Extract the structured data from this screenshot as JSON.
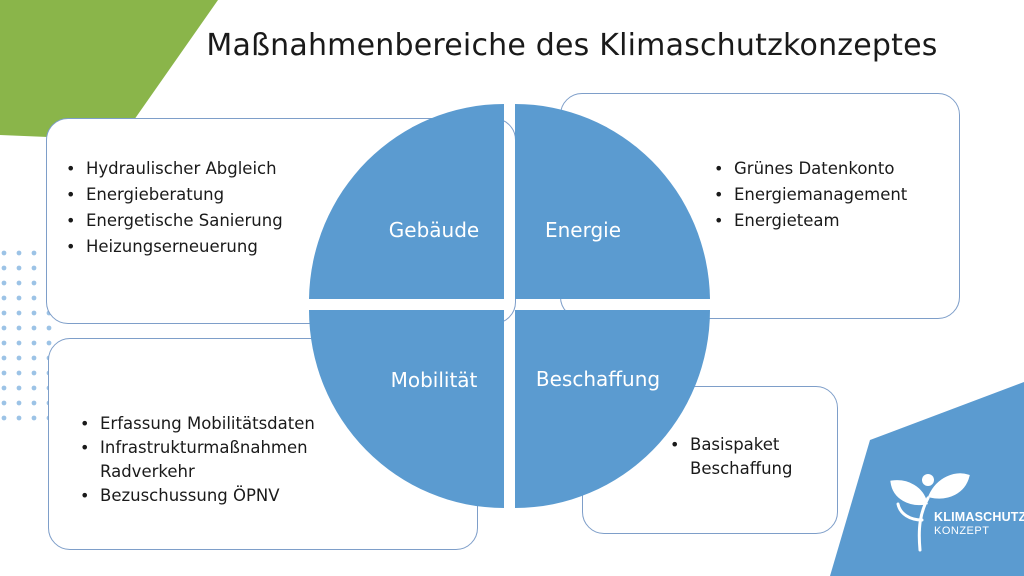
{
  "title": "Maßnahmenbereiche des Klimaschutzkonzeptes",
  "colors": {
    "accent_blue": "#5b9bd0",
    "accent_green": "#8ab54a",
    "box_border": "#7e9ec9",
    "dot_blue": "#9cc3e6"
  },
  "quadrants": {
    "gebaeude": {
      "label": "Gebäude",
      "items": [
        "Hydraulischer Abgleich",
        "Energieberatung",
        "Energetische Sanierung",
        "Heizungserneuerung"
      ]
    },
    "energie": {
      "label": "Energie",
      "items": [
        "Grünes Datenkonto",
        "Energiemanagement",
        "Energieteam"
      ]
    },
    "mobilitaet": {
      "label": "Mobilität",
      "items": [
        "Erfassung Mobilitätsdaten",
        "Infrastrukturmaßnahmen Radverkehr",
        "Bezuschussung ÖPNV"
      ]
    },
    "beschaffung": {
      "label": "Beschaffung",
      "items": [
        "Basispaket Beschaffung"
      ]
    }
  },
  "logo": {
    "line1": "KLIMASCHUTZ",
    "line2": "KONZEPT",
    "icon": "plant-sprout-icon"
  }
}
